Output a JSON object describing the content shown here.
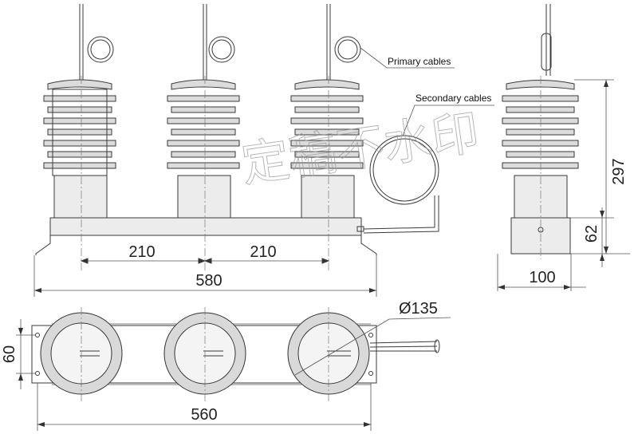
{
  "labels": {
    "primary_cables": "Primary cables",
    "secondary_cables": "Secondary cables"
  },
  "dimensions": {
    "spacing_left": "210",
    "spacing_right": "210",
    "overall_front": "580",
    "height_side": "297",
    "base_height": "62",
    "side_width": "100",
    "diameter": "Ø135",
    "top_depth": "60",
    "top_length": "560"
  },
  "watermark": "定稿不水印",
  "colors": {
    "line": "#3a3a3a",
    "fin_fill": "#dcdcdc",
    "watermark": "#9a9a9a"
  }
}
